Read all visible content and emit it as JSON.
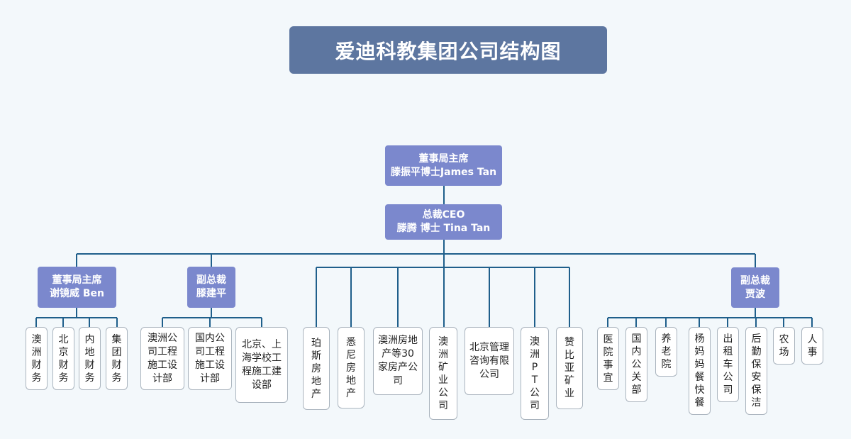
{
  "title": "爱迪科教集团公司结构图",
  "colors": {
    "title_bg": "#5d76a0",
    "exec_bg": "#7b88cd",
    "line": "#1f5f8b",
    "leaf_border": "#aab4be",
    "page_bg": "#f3f8fb"
  },
  "chairman": {
    "line1": "董事局主席",
    "line2": "滕振平博士James Tan"
  },
  "ceo": {
    "line1": "总裁CEO",
    "line2": "滕腾 博士  Tina Tan"
  },
  "branches": [
    {
      "line1": "董事局主席",
      "line2": "谢镜威 Ben",
      "children": [
        "澳洲财务",
        "北京财务",
        "内地财务",
        "集团财务"
      ]
    },
    {
      "line1": "副总裁",
      "line2": "滕建平",
      "children": [
        "澳洲公司工程施工设计部",
        "国内公司工程施工设计部",
        "北京、上海学校工程施工建设部"
      ]
    },
    {
      "line1": "副总裁",
      "line2": "贾波",
      "children": [
        "医院事宜",
        "国内公关部",
        "养老院",
        "杨妈妈餐快餐",
        "出租车公司",
        "后勤保安保洁",
        "农场",
        "人事"
      ]
    }
  ],
  "direct_units": [
    "珀斯房地产",
    "悉尼房地产",
    "澳洲房地产等30家房产公司",
    "澳洲矿业公司",
    "北京管理咨询有限公司",
    "澳洲PT公司",
    "赞比亚矿业"
  ]
}
